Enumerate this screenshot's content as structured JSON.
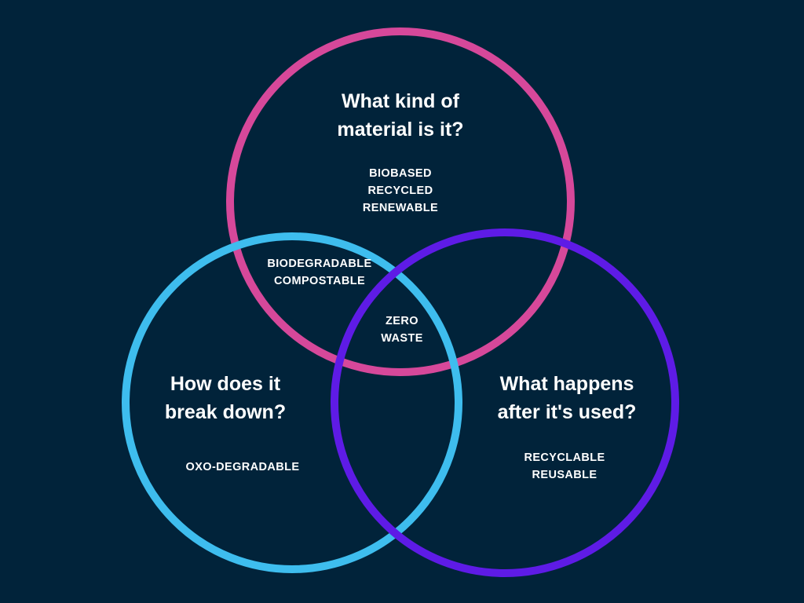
{
  "colors": {
    "background": "#01233a",
    "material_circle": "#d6489a",
    "breakdown_circle": "#3ebdee",
    "after_use_circle": "#5e1be6",
    "text": "#ffffff"
  },
  "circles": {
    "material": {
      "heading": "What kind of\nmaterial is it?",
      "items": "BIOBASED\nRECYCLED\nRENEWABLE"
    },
    "breakdown": {
      "heading": "How does it\nbreak down?",
      "items": "OXO-DEGRADABLE"
    },
    "after_use": {
      "heading": "What happens\nafter it's used?",
      "items": "RECYCLABLE\nREUSABLE"
    }
  },
  "overlaps": {
    "material_breakdown": "BIODEGRADABLE\nCOMPOSTABLE",
    "center": "ZERO\nWASTE"
  }
}
